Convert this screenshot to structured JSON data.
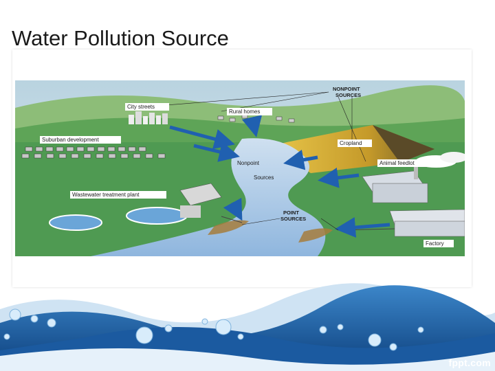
{
  "slide": {
    "title": "Water Pollution Source"
  },
  "diagram": {
    "labels": {
      "nonpoint_sources_1": "NONPOINT",
      "nonpoint_sources_2": "SOURCES",
      "city_streets": "City streets",
      "rural_homes": "Rural homes",
      "suburban_development": "Suburban development",
      "cropland": "Cropland",
      "nonpoint_1": "Nonpoint",
      "nonpoint_2": "Sources",
      "animal_feedlot": "Animal feedlot",
      "wastewater_treatment_plant": "Wastewater treatment plant",
      "point_sources_1": "POINT",
      "point_sources_2": "SOURCES",
      "factory": "Factory"
    }
  },
  "footer": {
    "brand": "fppt.com"
  },
  "colors": {
    "sky": "#c9dee8",
    "grass": "#4f9a52",
    "hill": "#7fb169",
    "river": "#a9c9e6",
    "arrow": "#2060b0",
    "crop": "#d9b23a",
    "wave_dark": "#0f4a8c"
  }
}
